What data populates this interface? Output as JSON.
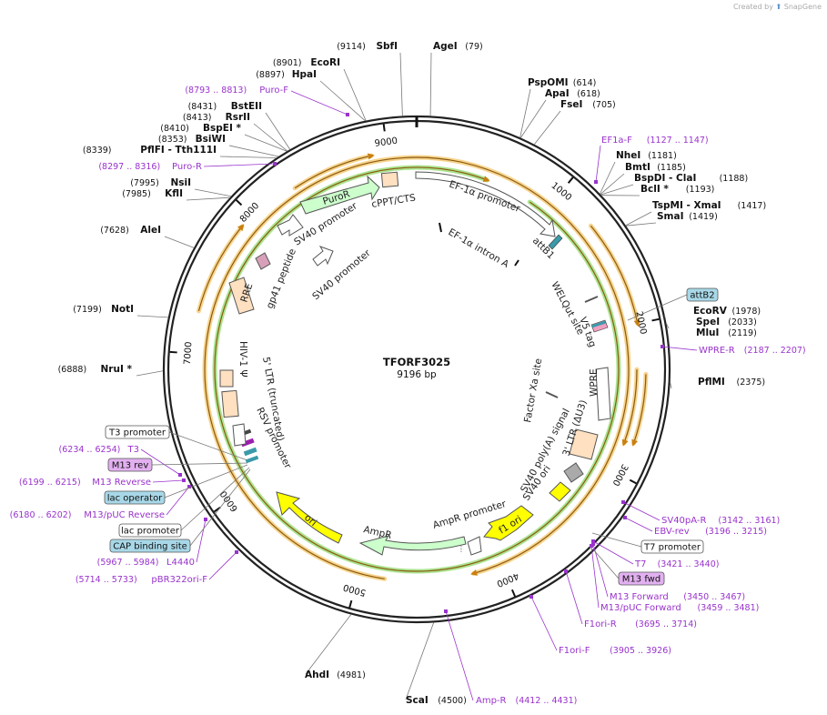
{
  "credit": {
    "prefix": "Created by",
    "brand": "SnapGene"
  },
  "plasmid": {
    "name": "TFORF3025",
    "length_label": "9196 bp",
    "length": 9196
  },
  "ticks": [
    "1000",
    "2000",
    "3000",
    "4000",
    "5000",
    "6000",
    "7000",
    "8000",
    "9000"
  ],
  "sites": [
    {
      "name": "SbfI",
      "pos": "(9114)",
      "bp": 9114
    },
    {
      "name": "AgeI",
      "pos": "(79)",
      "bp": 79
    },
    {
      "name": "EcoRI",
      "pos": "(8901)",
      "bp": 8901
    },
    {
      "name": "HpaI",
      "pos": "(8897)",
      "bp": 8897
    },
    {
      "name": "PspOMI",
      "pos": "(614)",
      "bp": 614
    },
    {
      "name": "ApaI",
      "pos": "(618)",
      "bp": 618
    },
    {
      "name": "FseI",
      "pos": "(705)",
      "bp": 705
    },
    {
      "name": "BstEII",
      "pos": "(8431)",
      "bp": 8431
    },
    {
      "name": "RsrII",
      "pos": "(8413)",
      "bp": 8413
    },
    {
      "name": "BspEI *",
      "pos": "(8410)",
      "bp": 8410
    },
    {
      "name": "BsiWI",
      "pos": "(8353)",
      "bp": 8353
    },
    {
      "name": "PflFI - Tth111I",
      "pos": "(8339)",
      "bp": 8339
    },
    {
      "name": "NheI",
      "pos": "(1181)",
      "bp": 1181
    },
    {
      "name": "BmtI",
      "pos": "(1185)",
      "bp": 1185
    },
    {
      "name": "BspDI - ClaI",
      "pos": "(1188)",
      "bp": 1188
    },
    {
      "name": "BclI *",
      "pos": "(1193)",
      "bp": 1193
    },
    {
      "name": "NsiI",
      "pos": "(7995)",
      "bp": 7995
    },
    {
      "name": "KflI",
      "pos": "(7985)",
      "bp": 7985
    },
    {
      "name": "TspMI - XmaI",
      "pos": "(1417)",
      "bp": 1417
    },
    {
      "name": "SmaI",
      "pos": "(1419)",
      "bp": 1419
    },
    {
      "name": "AleI",
      "pos": "(7628)",
      "bp": 7628
    },
    {
      "name": "EcoRV",
      "pos": "(1978)",
      "bp": 1978
    },
    {
      "name": "SpeI",
      "pos": "(2033)",
      "bp": 2033
    },
    {
      "name": "MluI",
      "pos": "(2119)",
      "bp": 2119
    },
    {
      "name": "NotI",
      "pos": "(7199)",
      "bp": 7199
    },
    {
      "name": "NruI *",
      "pos": "(6888)",
      "bp": 6888
    },
    {
      "name": "PflMI",
      "pos": "(2375)",
      "bp": 2375
    },
    {
      "name": "AhdI",
      "pos": "(4981)",
      "bp": 4981
    },
    {
      "name": "ScaI",
      "pos": "(4500)",
      "bp": 4500
    }
  ],
  "primers": [
    {
      "name": "Puro-F",
      "pos": "(8793 .. 8813)"
    },
    {
      "name": "Puro-R",
      "pos": "(8297 .. 8316)"
    },
    {
      "name": "EF1a-F",
      "pos": "(1127 .. 1147)"
    },
    {
      "name": "WPRE-R",
      "pos": "(2187 .. 2207)"
    },
    {
      "name": "SV40pA-R",
      "pos": "(3142 .. 3161)"
    },
    {
      "name": "EBV-rev",
      "pos": "(3196 .. 3215)"
    },
    {
      "name": "T7",
      "pos": "(3421 .. 3440)"
    },
    {
      "name": "M13 Forward",
      "pos": "(3450 .. 3467)"
    },
    {
      "name": "M13/pUC Forward",
      "pos": "(3459 .. 3481)"
    },
    {
      "name": "F1ori-R",
      "pos": "(3695 .. 3714)"
    },
    {
      "name": "F1ori-F",
      "pos": "(3905 .. 3926)"
    },
    {
      "name": "Amp-R",
      "pos": "(4412 .. 4431)"
    },
    {
      "name": "T3",
      "pos": "(6234 .. 6254)"
    },
    {
      "name": "M13 Reverse",
      "pos": "(6199 .. 6215)"
    },
    {
      "name": "M13/pUC Reverse",
      "pos": "(6180 .. 6202)"
    },
    {
      "name": "L4440",
      "pos": "(5967 .. 5984)"
    },
    {
      "name": "pBR322ori-F",
      "pos": "(5714 .. 5733)"
    }
  ],
  "boxed_labels": [
    {
      "name": "attB2",
      "color": "#a8d8e8"
    },
    {
      "name": "T7 promoter",
      "color": "#ffffff"
    },
    {
      "name": "M13 fwd",
      "color": "#e2b0f0"
    },
    {
      "name": "T3 promoter",
      "color": "#ffffff"
    },
    {
      "name": "M13 rev",
      "color": "#e2b0f0"
    },
    {
      "name": "lac operator",
      "color": "#a8d8e8"
    },
    {
      "name": "lac promoter",
      "color": "#ffffff"
    },
    {
      "name": "CAP binding site",
      "color": "#a8d8e8"
    }
  ],
  "features": {
    "puro": "PuroR",
    "cppt": "cPPT/CTS",
    "ef1a_promoter": "EF-1α promoter",
    "ef1a_intron": "EF-1α intron A",
    "attb1": "attB1",
    "welq": "WELQut site",
    "v5": "V5 tag",
    "wpre": "WPRE",
    "factor_xa": "Factor Xa site",
    "ltr3": "3' LTR (ΔU3)",
    "sv40_polya": "SV40 poly(A) signal",
    "sv40_ori": "SV40 ori",
    "f1_ori": "f1 ori",
    "ampr_promoter": "AmpR promoter",
    "ampr": "AmpR",
    "ori": "ori",
    "rsv": "RSV promoter",
    "ltr5": "5' LTR (truncated)",
    "hiv_psi": "HIV-1 Ψ",
    "rre": "RRE",
    "gp41": "gp41 peptide",
    "sv40_promoter_1": "SV40 promoter",
    "sv40_promoter_2": "SV40 promoter"
  },
  "colors": {
    "primer": "#9933cc",
    "orf_orange": "#f0b030",
    "orf_green": "#66cc33",
    "puro_fill": "#ccffcc",
    "ltr_fill": "#ffe0c0",
    "ori_fill": "#ffff00",
    "ampr_fill": "#ccffcc"
  }
}
